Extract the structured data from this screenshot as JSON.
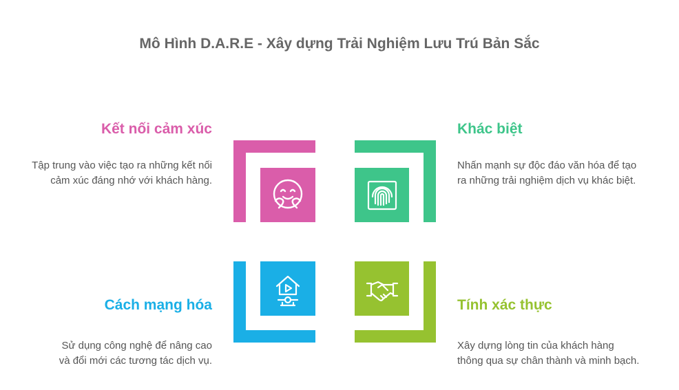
{
  "title": "Mô Hình D.A.R.E - Xây dựng Trải Nghiệm Lưu Trú Bản Sắc",
  "quadrants": [
    {
      "heading": "Kết nối cảm xúc",
      "desc_line1": "Tập trung vào việc tạo ra những kết nối",
      "desc_line2": "cảm xúc đáng nhớ với khách hàng.",
      "color": "#DA5DAA",
      "icon": "hugging-face-icon"
    },
    {
      "heading": "Khác biệt",
      "desc_line1": "Nhấn mạnh sự độc đáo văn hóa để tạo",
      "desc_line2": "ra những trải nghiệm dịch vụ khác biệt.",
      "color": "#3EC58A",
      "icon": "fingerprint-icon"
    },
    {
      "heading": "Cách mạng hóa",
      "desc_line1": "Sử dụng công nghệ để nâng cao",
      "desc_line2": "và đổi mới các tương tác dịch vụ.",
      "color": "#1AAFE6",
      "icon": "smart-home-icon"
    },
    {
      "heading": "Tính xác thực",
      "desc_line1": "Xây dựng lòng tin của khách hàng",
      "desc_line2": "thông qua sự chân thành và minh bạch.",
      "color": "#96C230",
      "icon": "handshake-icon"
    }
  ]
}
